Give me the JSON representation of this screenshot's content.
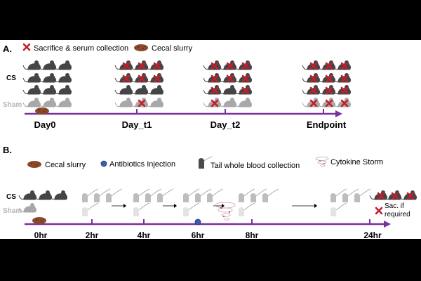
{
  "colors": {
    "timeline": "#7a2fa0",
    "mouse_cs": "#454545",
    "mouse_sham": "#a8a8a8",
    "sacrifice_x": "#c41e2a",
    "slurry": "#8a4a2a",
    "antibiotic": "#3c5ea8",
    "tail_mouse": "#bdbdbd"
  },
  "panel_a": {
    "label": "A.",
    "legend": {
      "sacrifice": "Sacrifice & serum collection",
      "slurry": "Cecal slurry"
    },
    "row_labels": {
      "cs": "CS",
      "sham": "Sham"
    },
    "timepoints": [
      "Day0",
      "Day_t1",
      "Day_t2",
      "Endpoint"
    ]
  },
  "panel_b": {
    "label": "B.",
    "legend": {
      "slurry": "Cecal slurry",
      "antibiotics": "Antibiotics Injection",
      "blood": "Tail whole blood collection",
      "storm": "Cytokine Storm"
    },
    "row_labels": {
      "cs": "CS",
      "sham": "Sham"
    },
    "timepoints": [
      "0hr",
      "2hr",
      "4hr",
      "6hr",
      "8hr",
      "24hr"
    ],
    "note_line1": "Sac. if",
    "note_line2": "required"
  }
}
